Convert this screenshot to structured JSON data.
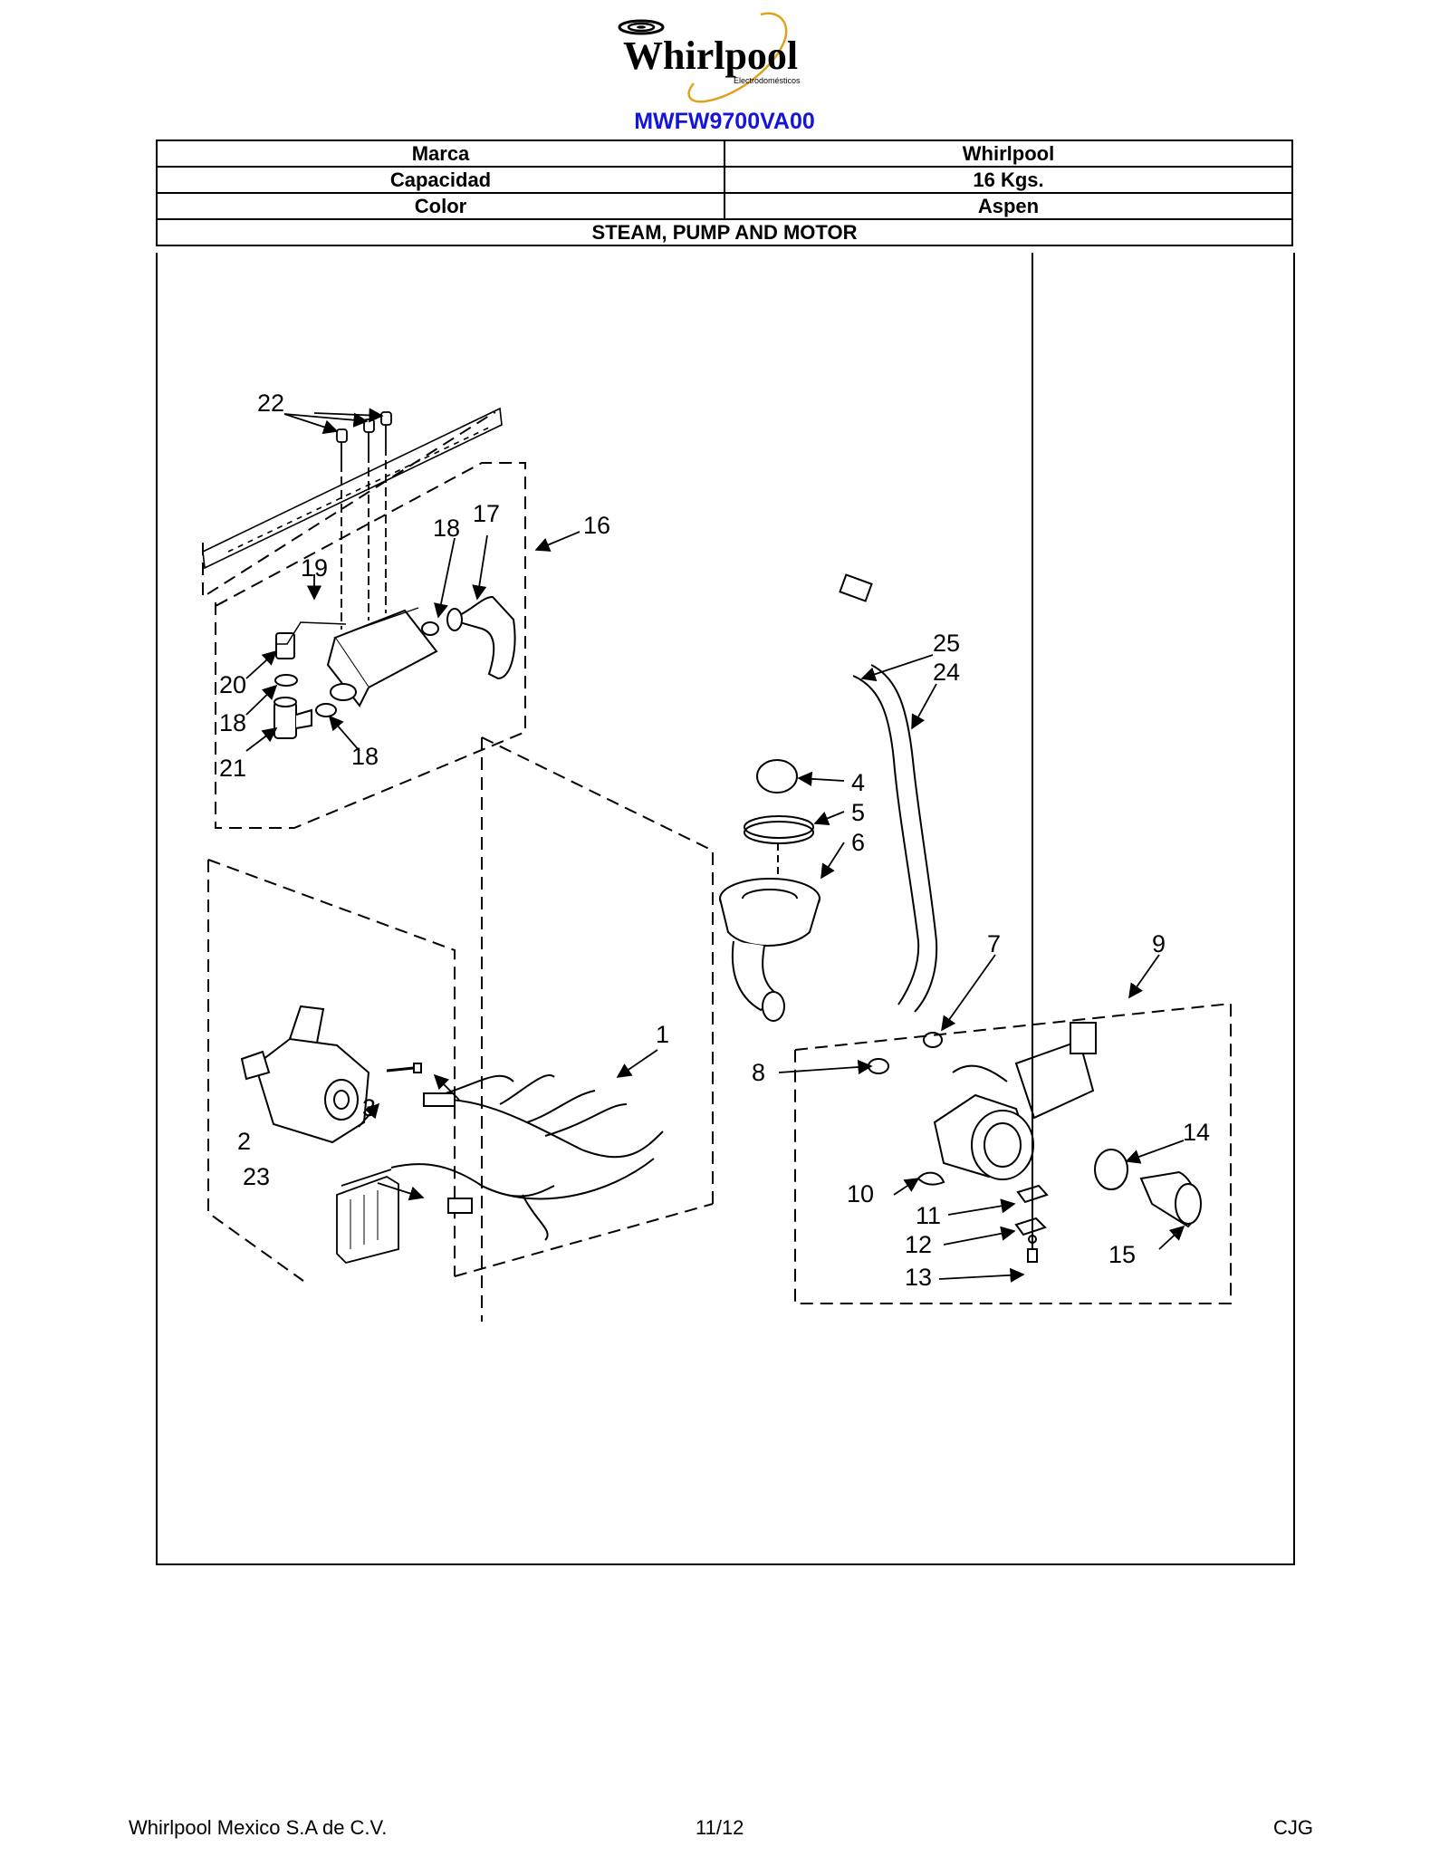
{
  "header": {
    "logo_text": "Whirlpool",
    "logo_subtext": "Electrodomésticos",
    "model": "MWFW9700VA00"
  },
  "spec_table": [
    {
      "label": "Marca",
      "value": "Whirlpool"
    },
    {
      "label": "Capacidad",
      "value": "16 Kgs."
    },
    {
      "label": "Color",
      "value": "Aspen"
    }
  ],
  "section_title": "STEAM, PUMP AND MOTOR",
  "diagram": {
    "callouts": {
      "c1": "1",
      "c2": "2",
      "c3": "3",
      "c4": "4",
      "c5": "5",
      "c6": "6",
      "c7": "7",
      "c8": "8",
      "c9": "9",
      "c10": "10",
      "c11": "11",
      "c12": "12",
      "c13": "13",
      "c14": "14",
      "c15": "15",
      "c16": "16",
      "c17": "17",
      "c18a": "18",
      "c18b": "18",
      "c18c": "18",
      "c19": "19",
      "c20": "20",
      "c21": "21",
      "c22": "22",
      "c23": "23",
      "c24": "24",
      "c25": "25"
    }
  },
  "footer": {
    "company": "Whirlpool Mexico S.A de C.V.",
    "page": "11/12",
    "initials": "CJG"
  }
}
